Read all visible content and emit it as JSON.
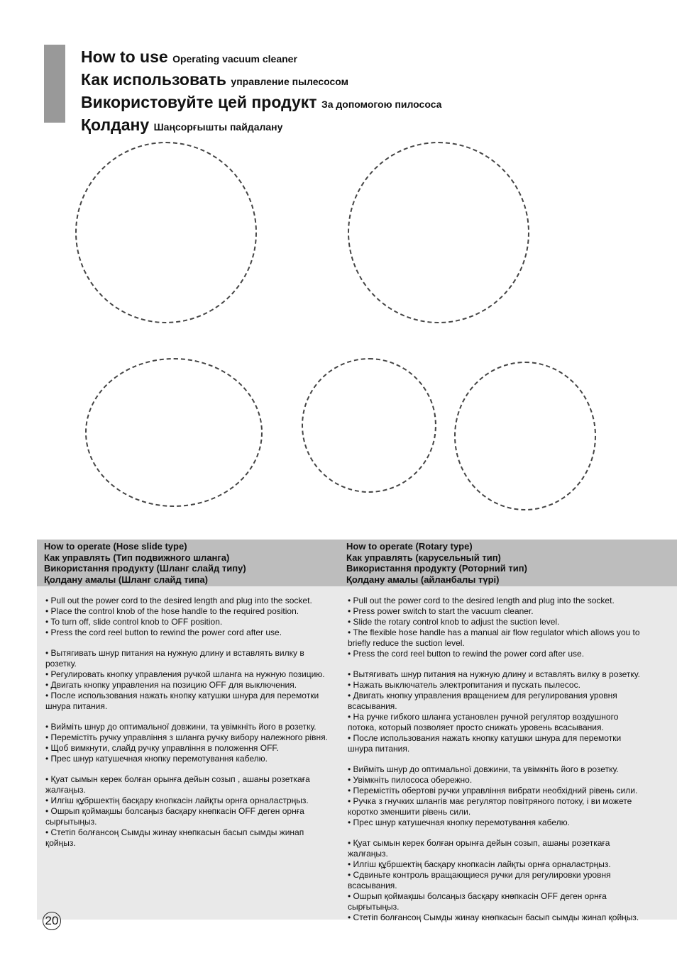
{
  "titles": [
    {
      "main": "How to use",
      "sub": "Operating vacuum cleaner"
    },
    {
      "main": "Как использовать",
      "sub": "управление пылесосом"
    },
    {
      "main": "Використовуйте цей продукт",
      "sub": "За допомогою пилососа"
    },
    {
      "main": "Қолдану",
      "sub": "Шаңсорғышты пайдалану"
    }
  ],
  "left": {
    "heading": [
      "How to operate (Hose slide type)",
      "Как управлять (Тип подвижного шланга)",
      "Використання продукту (Шланг слайд типу)",
      "Қолдану амалы (Шланг слайд типа)"
    ],
    "en": [
      "• Pull out the power cord to the desired length and plug into the socket.",
      "• Place the control knob of the hose handle to the required position.",
      "• To turn off, slide control knob to OFF position.",
      "• Press the cord reel button to rewind the power cord after use."
    ],
    "ru": [
      "• Вытягивать шнур питания на нужную длину и вставлять вилку в розетку.",
      "• Регулировать кнопку управления ручкой шланга на нужную позицию.",
      "• Двигать кнопку управления на позицию OFF для выключения.",
      "• После использования нажать кнопку катушки шнура для перемотки шнура питания."
    ],
    "uk": [
      "• Виймiть шнур до оптимальної довжини, та увiмкнiть його в розетку.",
      "• Перемiстiть ручку управлiння з шланга ручку вибору належного рiвня.",
      "• Щоб вимкнути, слайд ручку управлiння в положення OFF.",
      "• Прес шнур катушечная кнопку перемотування кабелю."
    ],
    "kk": [
      "• Қуат сымын керек болған орынға дейын созып , ашаны розеткаға жалғаңыз.",
      "• Илгiш құбршектiң басқару кнопкасiн лайқты орнға орналастрңыз.",
      "• Ошрып қоймақшы болсаңыз басқару кнөпкасiн OFF деген орнға сырғытыңыз.",
      "• Стетiп болғансоң Сымды жинау кнөпкасын басып сымды жинап қойңыз."
    ]
  },
  "right": {
    "heading": [
      "How to operate (Rotary type)",
      "Как управлять (карусельный тип)",
      "Використання продукту (Роторний тип)",
      "Қолдану амалы (айланбалы түрi)"
    ],
    "en": [
      "• Pull out the power cord to the desired length and plug into the socket.",
      "• Press power switch to start the vacuum cleaner.",
      "• Slide the rotary control knob to adjust the suction level.",
      "• The flexible hose handle has a manual air flow regulator which allows you to briefly reduce the suction level.",
      "• Press the cord reel button to rewind the power cord after use."
    ],
    "ru": [
      "• Вытягивать шнур питания на нужную длину и вставлять вилку в розетку.",
      "• Нажать выключатель электропитания и пускать пылесос.",
      "• Двигать кнопку управления вращением для регулирования уровня всасывания.",
      "• На ручке гибкого шланга установлен ручной регулятор воздушного потока, который позволяет просто снижать уровень всасывания.",
      "• После использования нажать кнопку катушки шнура для перемотки шнура питания."
    ],
    "uk": [
      "• Виймiть шнур до оптимальної довжини, та увiмкнiть його в розетку.",
      "• Увiмкнiть пилососа обережно.",
      "• Перемiстiть обертові ручки управлiння вибрати необхiдний рiвень сили.",
      "• Ручка з гнучких шлангiв має регулятор повiтряного потоку, i ви можете коротко зменшити рiвень сили.",
      "• Прес шнур катушечная кнопку перемотування кабелю."
    ],
    "kk": [
      "• Қуат сымын керек болған орынға дейын созып, ашаны розеткаға жалғаңыз.",
      "• Илгiш құбршектiң басқару кнопкасiн лайқты орнға орналастрңыз.",
      "• Сдвиньте контроль вращающиеся ручки для регулировки уровня всасывания.",
      "• Ошрып қоймақшы болсаңыз басқару кнөпкасiн OFF деген орнға сырғытыңыз.",
      "• Стетiп болғансоң Сымды жинау кнөпкасын басып сымды жинап қойңыз."
    ]
  },
  "page_number": "20"
}
